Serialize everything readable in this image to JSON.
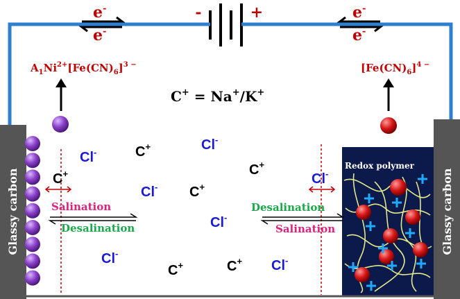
{
  "battery": {
    "minus": "-",
    "plus": "+"
  },
  "electron": {
    "base": "e",
    "sup": "-"
  },
  "left_product": {
    "a": "A",
    "sub1": "1",
    "ni": "Ni",
    "sup_ni": "2+",
    "body": "[Fe(CN)",
    "sub6": "6",
    "close": "]",
    "sup3": "3 −"
  },
  "right_product": {
    "body": "[Fe(CN)",
    "sub6": "6",
    "close": "]",
    "sup4": "4 −"
  },
  "cation_eq": {
    "c": "C",
    "csup": "+",
    "eq": " = Na",
    "nasup": "+",
    "slash": "/K",
    "ksup": "+"
  },
  "electrode": {
    "left_label": "Glassy carbon",
    "right_label": "Glassy carbon",
    "redox_label": "Redox polymer"
  },
  "process": {
    "salination": "Salination",
    "desalination": "Desalination"
  },
  "ions": {
    "chloride": "Cl",
    "chloride_sup": "-",
    "cation": "C",
    "cation_sup": "+"
  },
  "colors": {
    "wire": "#2f7fcf",
    "red": "#c00000",
    "blue_text": "#1a1ad6",
    "magenta": "#e0207a",
    "green": "#1aa84a",
    "purple": "#8a3fc8",
    "navy": "#0b1a4a",
    "grey_block": "#555555"
  }
}
